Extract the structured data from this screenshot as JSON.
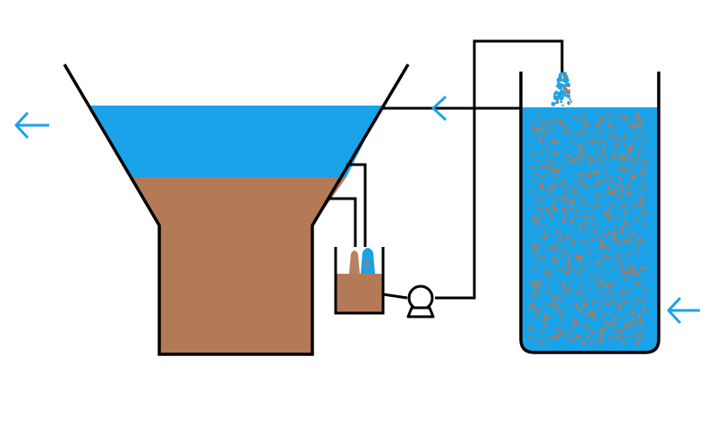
{
  "diagram": {
    "type": "process-schematic",
    "labels": [],
    "colors": {
      "water": "#1aa3e8",
      "sludge": "#b47a57",
      "line": "#000000",
      "arrow": "#1aa3e8",
      "background": "#ffffff"
    },
    "components": [
      "settling-tank",
      "sludge-sampler-cup",
      "pump",
      "aeration-tank"
    ],
    "flow_arrows": [
      {
        "name": "effluent-outlet",
        "direction": "left"
      },
      {
        "name": "return-flow",
        "direction": "left"
      },
      {
        "name": "influent-inlet",
        "direction": "left"
      }
    ]
  }
}
